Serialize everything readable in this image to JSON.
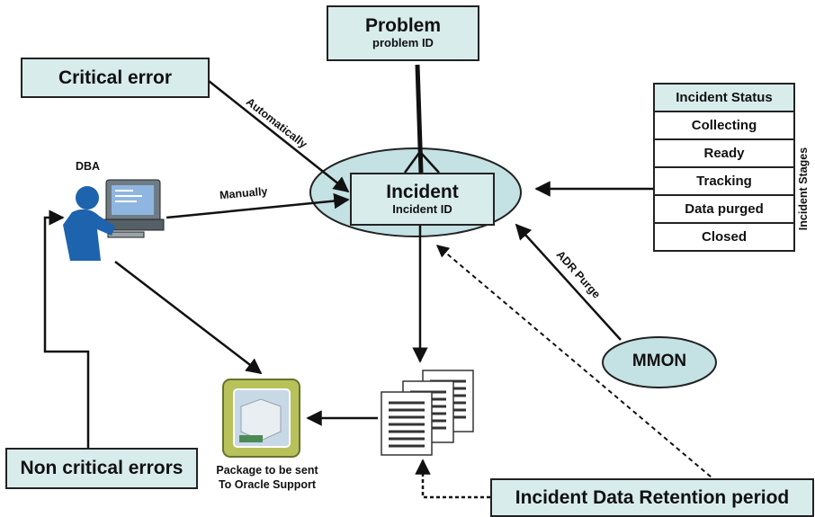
{
  "problem": {
    "title": "Problem",
    "subtitle": "problem ID"
  },
  "critical": {
    "label": "Critical error"
  },
  "incident": {
    "title": "Incident",
    "subtitle": "Incident ID"
  },
  "dba": {
    "label": "DBA"
  },
  "edges": {
    "automatically": "Automatically",
    "manually": "Manually",
    "adr_purge": "ADR Purge"
  },
  "status_table": {
    "header": "Incident Status",
    "rows": [
      "Collecting",
      "Ready",
      "Tracking",
      "Data purged",
      "Closed"
    ],
    "side_label": "Incident Stages"
  },
  "mmon": {
    "label": "MMON"
  },
  "package": {
    "line1": "Package to be sent",
    "line2": "To Oracle Support"
  },
  "non_critical": {
    "label": "Non critical errors"
  },
  "retention": {
    "label": "Incident Data Retention period"
  },
  "colors": {
    "box_fill": "#d8ecec",
    "ellipse_fill": "#c4e1e4",
    "dba_blue": "#1e63ad"
  }
}
